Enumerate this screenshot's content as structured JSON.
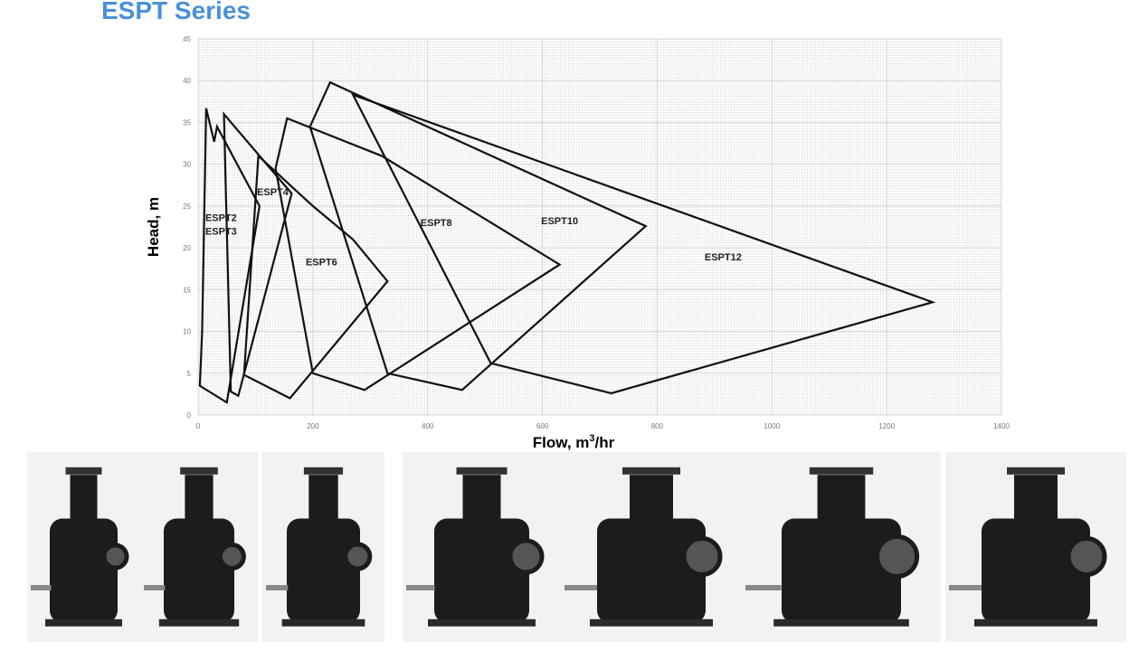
{
  "page": {
    "title": "ESPT Series"
  },
  "chart_data": {
    "type": "area",
    "title": "",
    "xlabel": "Flow, m",
    "xlabel_sup": "3",
    "xlabel_suffix": "/hr",
    "ylabel": "Head, m",
    "xlim": [
      0,
      1400
    ],
    "ylim": [
      0,
      45
    ],
    "xticks": [
      0,
      200,
      400,
      600,
      800,
      1000,
      1200,
      1400
    ],
    "yticks": [
      0,
      5,
      10,
      15,
      20,
      25,
      30,
      35,
      40,
      45
    ],
    "grid": true,
    "series": [
      {
        "name": "ESPT2 / ESPT3",
        "labels": [
          "ESPT2",
          "ESPT3"
        ],
        "label_at": [
          [
            40,
            23.2
          ],
          [
            40,
            21.6
          ]
        ],
        "points": [
          [
            3,
            3.5
          ],
          [
            7,
            10
          ],
          [
            14,
            36.7
          ],
          [
            28,
            32.7
          ],
          [
            33,
            34.5
          ],
          [
            107,
            25
          ],
          [
            50,
            1.5
          ],
          [
            3,
            3.5
          ]
        ]
      },
      {
        "name": "ESPT4",
        "labels": [
          "ESPT4"
        ],
        "label_at": [
          [
            130,
            26.3
          ]
        ],
        "points": [
          [
            45,
            36
          ],
          [
            163,
            26.5
          ],
          [
            70,
            2.3
          ],
          [
            57,
            2.8
          ],
          [
            45,
            36
          ]
        ]
      },
      {
        "name": "ESPT6",
        "labels": [
          "ESPT6"
        ],
        "label_at": [
          [
            215,
            17.9
          ]
        ],
        "points": [
          [
            105,
            31
          ],
          [
            200,
            25
          ],
          [
            270,
            21
          ],
          [
            330,
            16
          ],
          [
            160,
            2
          ],
          [
            80,
            4.8
          ]
        ]
      },
      {
        "name": "ESPT8",
        "labels": [
          "ESPT8"
        ],
        "label_at": [
          [
            415,
            22.6
          ]
        ],
        "points": [
          [
            135,
            29.5
          ],
          [
            155,
            35.5
          ],
          [
            320,
            31
          ],
          [
            630,
            18
          ],
          [
            290,
            3
          ],
          [
            200,
            5
          ]
        ]
      },
      {
        "name": "ESPT10",
        "labels": [
          "ESPT10"
        ],
        "label_at": [
          [
            630,
            22.8
          ]
        ],
        "points": [
          [
            195,
            34.5
          ],
          [
            230,
            39.8
          ],
          [
            780,
            22.6
          ],
          [
            460,
            3
          ],
          [
            330,
            5
          ]
        ]
      },
      {
        "name": "ESPT12",
        "labels": [
          "ESPT12"
        ],
        "label_at": [
          [
            915,
            18.5
          ]
        ],
        "points": [
          [
            270,
            38.3
          ],
          [
            1280,
            13.5
          ],
          [
            720,
            2.6
          ],
          [
            510,
            6.2
          ]
        ]
      }
    ]
  },
  "colors": {
    "title": "#4a90d9",
    "outline": "#111111",
    "grid": "#d8d8d8",
    "pump": "#1c1c1c"
  }
}
